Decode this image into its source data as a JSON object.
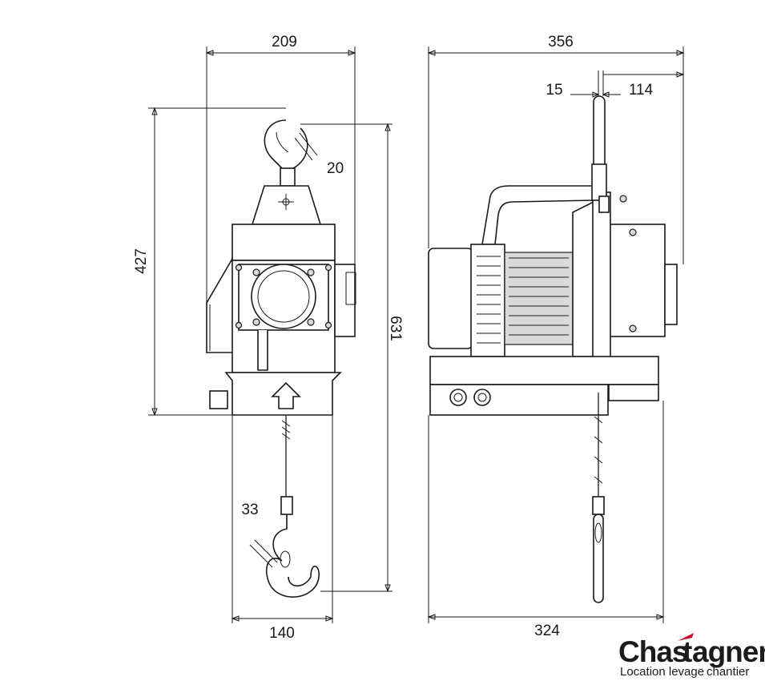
{
  "dimensions": {
    "left_width_top": "209",
    "left_height": "427",
    "hook_throat_top": "20",
    "total_height": "631",
    "right_width_top": "356",
    "rope_offset": "15",
    "right_offset": "114",
    "hook_throat_bottom": "33",
    "left_width_bottom": "140",
    "right_width_bottom": "324"
  },
  "logo": {
    "name_part1": "Chas",
    "name_part2": "agner",
    "slogan_left": "Location levage",
    "slogan_right": "chantier",
    "color": "#1c1c1c",
    "accent_color": "#c8102e"
  }
}
